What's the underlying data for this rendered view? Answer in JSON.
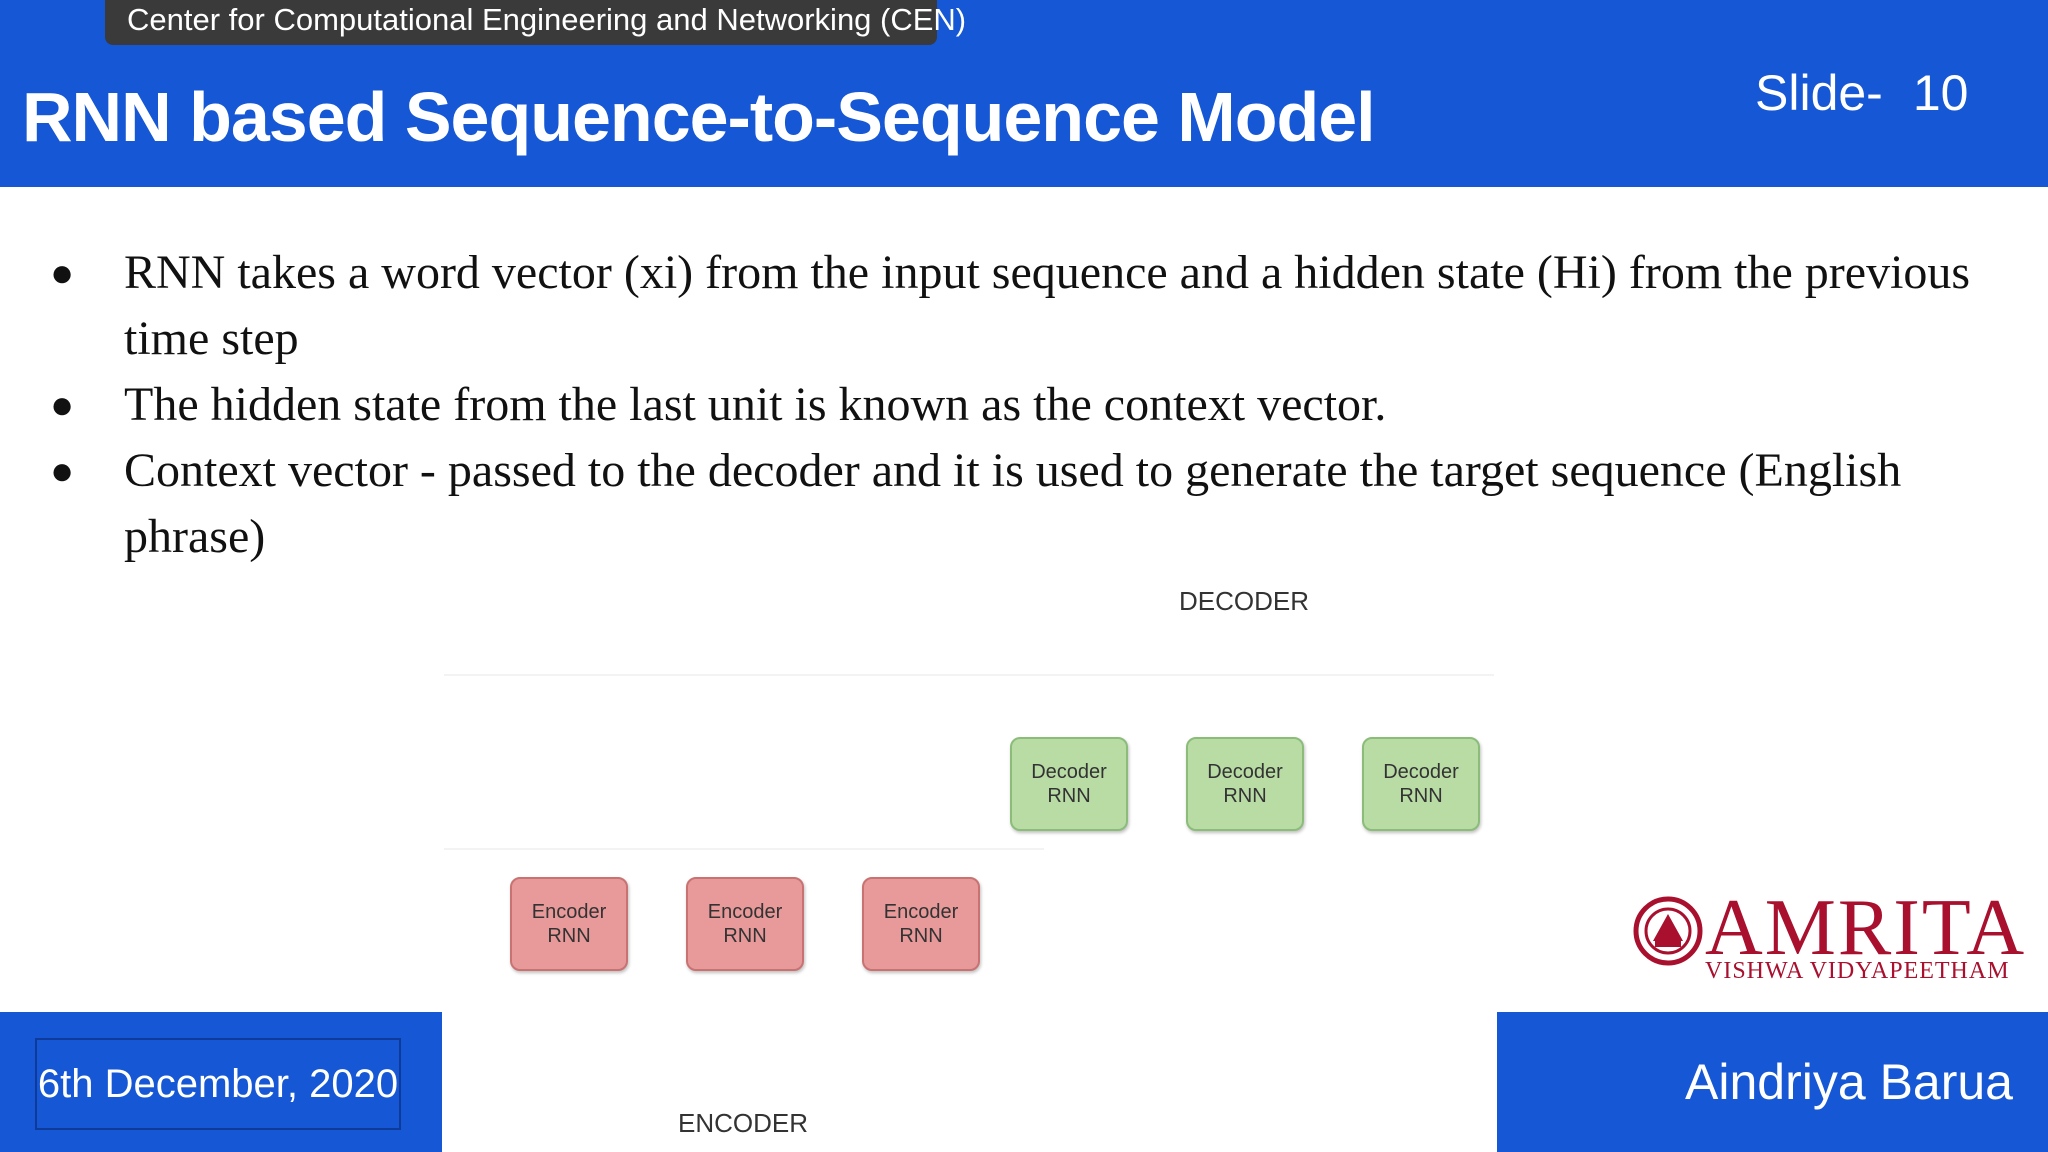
{
  "header": {
    "org": "Center for Computational Engineering and Networking (CEN)",
    "title": "RNN based Sequence-to-Sequence Model",
    "slide_label": "Slide-",
    "slide_number": "10"
  },
  "bullets": [
    "RNN takes a word vector (xi) from the input sequence and a hidden state (Hi) from the previous time step",
    "The hidden state from the last unit is known as the context vector.",
    "Context vector - passed to the decoder and it is used to generate the target sequence (English phrase)"
  ],
  "bullet_glyph": "●",
  "diagram": {
    "decoder_label": "DECODER",
    "encoder_label": "ENCODER",
    "decoder_boxes": [
      {
        "line1": "Decoder",
        "line2": "RNN"
      },
      {
        "line1": "Decoder",
        "line2": "RNN"
      },
      {
        "line1": "Decoder",
        "line2": "RNN"
      }
    ],
    "encoder_boxes": [
      {
        "line1": "Encoder",
        "line2": "RNN"
      },
      {
        "line1": "Encoder",
        "line2": "RNN"
      },
      {
        "line1": "Encoder",
        "line2": "RNN"
      }
    ],
    "colors": {
      "decoder_fill": "#b9dca5",
      "encoder_fill": "#e89a9a"
    }
  },
  "logo": {
    "wordmark": "AMRITA",
    "subtitle": "VISHWA VIDYAPEETHAM",
    "color": "#a8102e"
  },
  "footer": {
    "date": "6th December, 2020",
    "author": "Aindriya Barua"
  },
  "colors": {
    "brand_blue": "#1557d4",
    "tab_dark": "#3a3a3a"
  }
}
